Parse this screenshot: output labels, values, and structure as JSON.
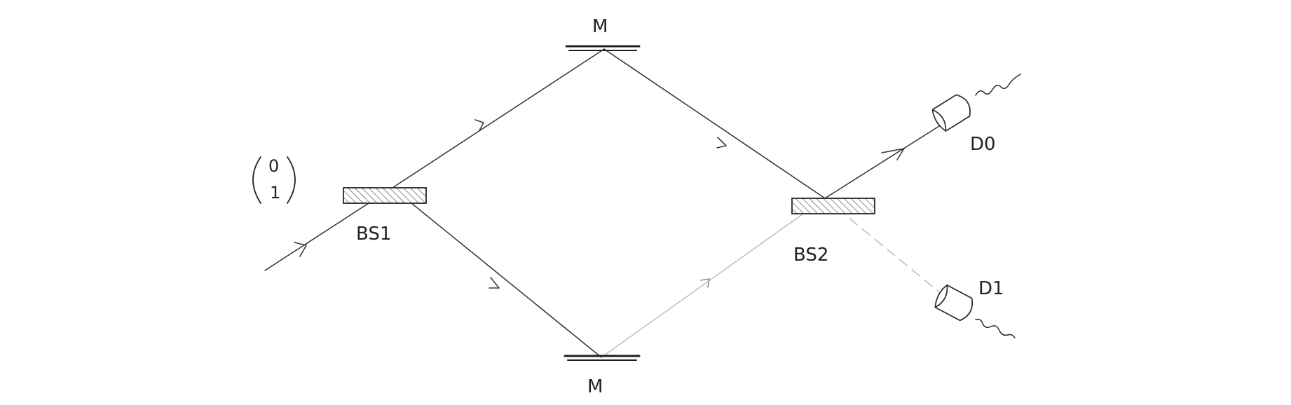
{
  "diagram": {
    "input_state": {
      "top": "0",
      "bottom": "1"
    },
    "labels": {
      "bs1": "BS1",
      "bs2": "BS2",
      "mirror_top": "M",
      "mirror_bottom": "M",
      "detector_0": "D0",
      "detector_1": "D1"
    },
    "colors": {
      "ink": "#2a2a2a",
      "faint_beam": "#b9b9b9"
    }
  }
}
